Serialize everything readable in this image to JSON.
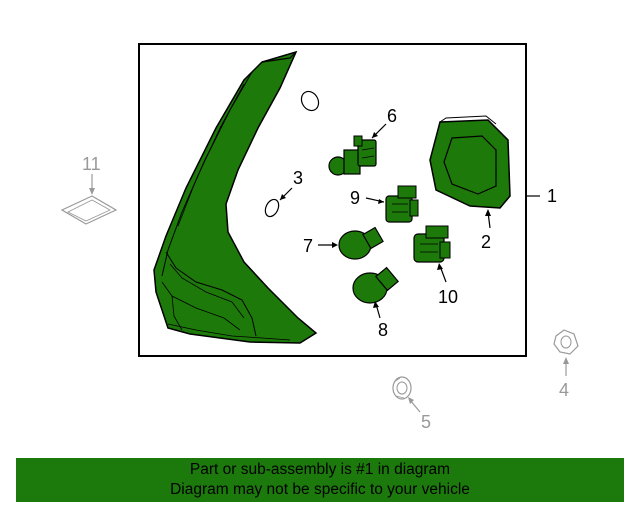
{
  "callouts": {
    "c1": "1",
    "c2": "2",
    "c3": "3",
    "c4": "4",
    "c5": "5",
    "c6": "6",
    "c7": "7",
    "c8": "8",
    "c9": "9",
    "c10": "10",
    "c11": "11"
  },
  "footer": {
    "line1": "Part or sub-assembly is #1 in diagram",
    "line2": "Diagram may not be specific to your vehicle"
  },
  "colors": {
    "part_fill": "#1d7a0a",
    "part_stroke": "#000000",
    "secondary_gray": "#999999",
    "footer_bg": "#1c7a0c"
  }
}
